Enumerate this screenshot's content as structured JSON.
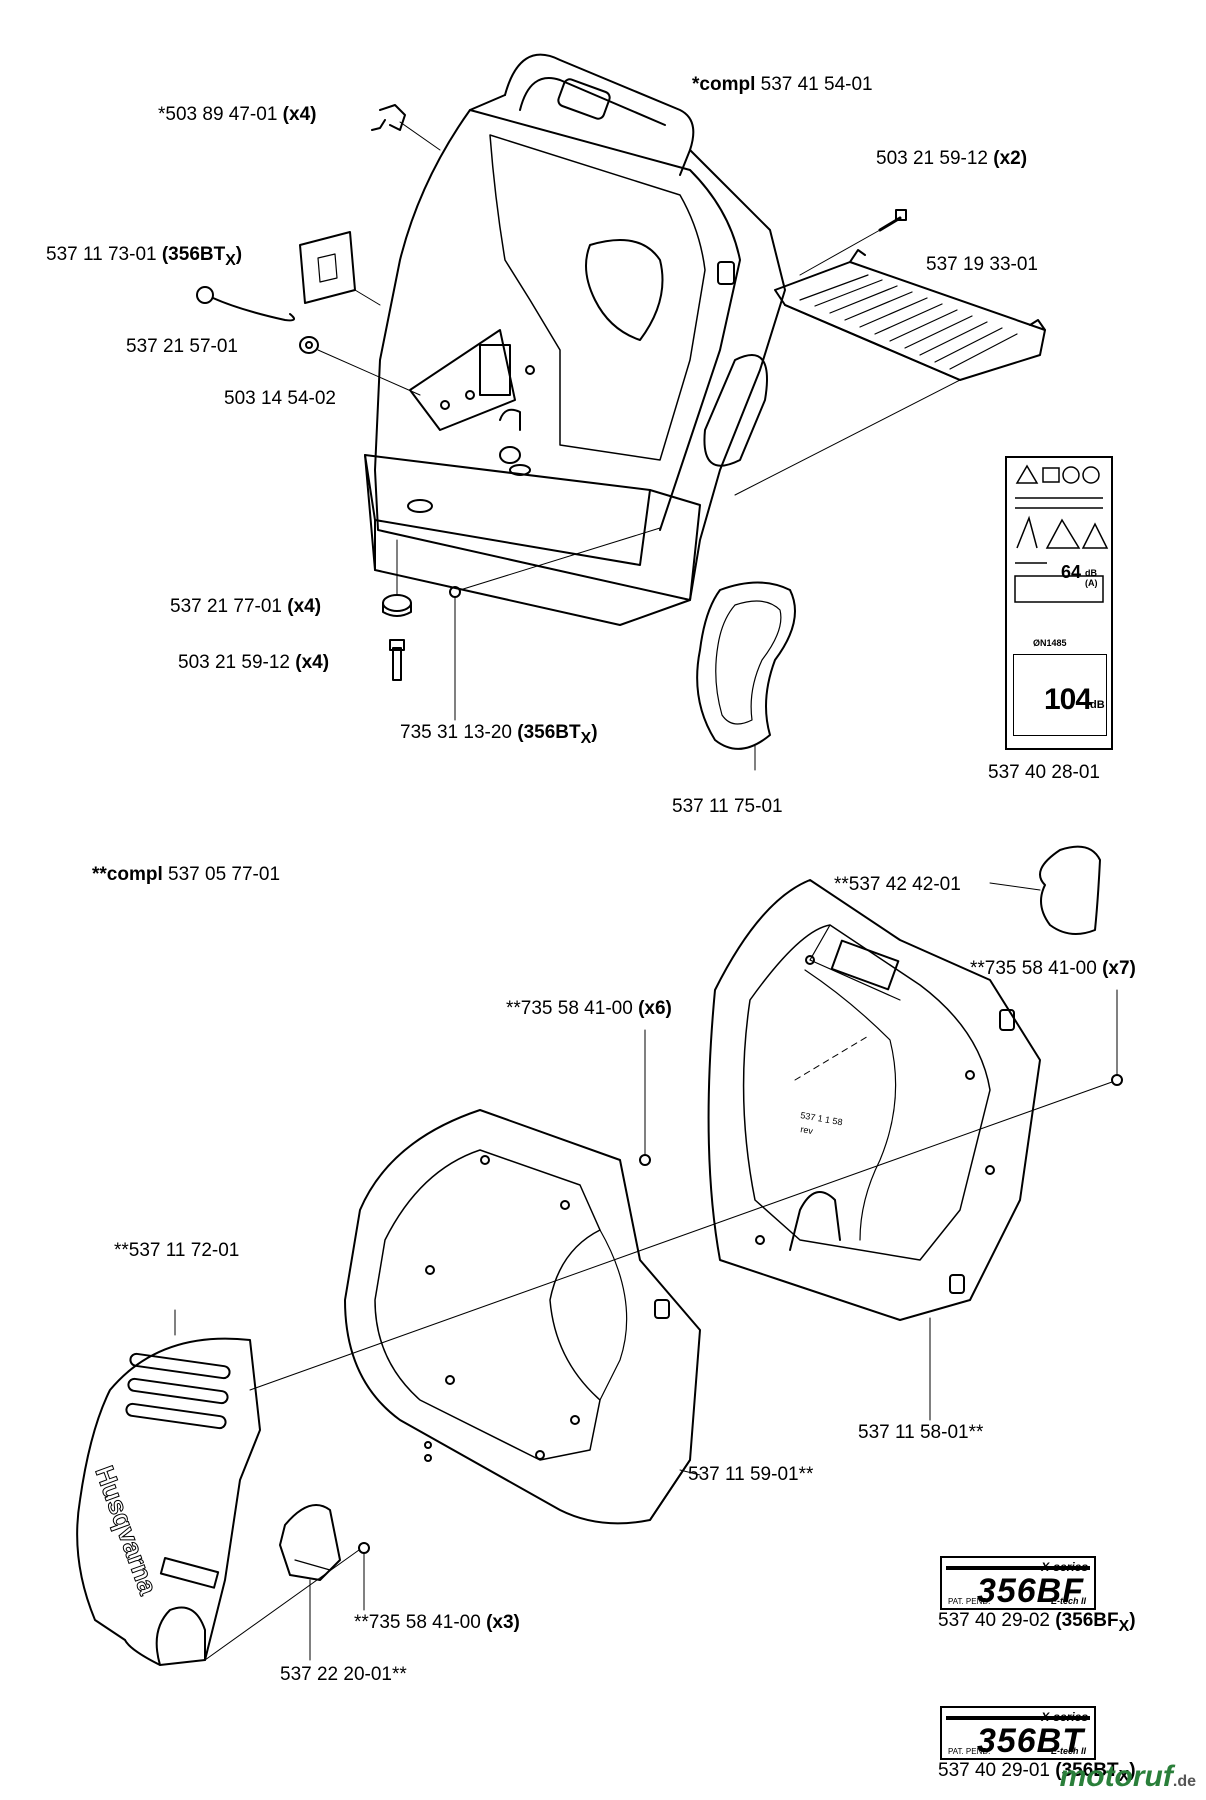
{
  "labels": {
    "compl_top": {
      "prefix": "*compl",
      "number": "537 41 54-01"
    },
    "p1": {
      "number": "*503 89 47-01",
      "qty": "(x4)"
    },
    "p2": {
      "number": "503 21 59-12",
      "qty": "(x2)"
    },
    "p3": {
      "number": "537 11 73-01",
      "model_prefix": "(356BT",
      "model_sub": "X",
      "model_suffix": ")"
    },
    "p4": {
      "number": "537 19 33-01"
    },
    "p5": {
      "number": "537 21 57-01"
    },
    "p6": {
      "number": "503 14 54-02"
    },
    "p7": {
      "number": "537 21 77-01",
      "qty": "(x4)"
    },
    "p8": {
      "number": "503 21 59-12",
      "qty": "(x4)"
    },
    "p9": {
      "number": "735 31 13-20",
      "model_prefix": "(356BT",
      "model_sub": "X",
      "model_suffix": ")"
    },
    "p10": {
      "number": "537 11 75-01"
    },
    "p11": {
      "number": "537 40 28-01"
    },
    "compl_mid": {
      "prefix": "**compl",
      "number": "537 05 77-01"
    },
    "p12": {
      "number": "**537 42 42-01"
    },
    "p13": {
      "number": "**735 58 41-00",
      "qty": "(x7)"
    },
    "p14": {
      "number": "**735 58 41-00",
      "qty": "(x6)"
    },
    "p15": {
      "number": "**537 11 72-01"
    },
    "p16": {
      "number": "537 11 58-01**"
    },
    "p17": {
      "number": "537 11 59-01**"
    },
    "p18": {
      "number": "**735 58 41-00",
      "qty": "(x3)"
    },
    "p19": {
      "number": "537 22 20-01**"
    },
    "p20": {
      "number": "537 40 29-02",
      "model_prefix": "(356BF",
      "model_sub": "X",
      "model_suffix": ")"
    },
    "p21": {
      "number": "537 40 29-01",
      "model_prefix": "(356BT",
      "model_sub": "X",
      "model_suffix": ")"
    }
  },
  "decal_bf": {
    "series": "X-series",
    "model": "356BF",
    "pat": "PAT. PEND.",
    "etech": "E-tech II"
  },
  "decal_bt": {
    "series": "X-series",
    "model": "356BT",
    "pat": "PAT. PEND.",
    "etech": "E-tech II"
  },
  "sticker": {
    "db_value": "64",
    "db_unit": "dB (A)",
    "big_value": "104",
    "big_unit": "dB",
    "code": "ØN1485"
  },
  "cover_text": {
    "brand": "Husqvarna",
    "housing_mark": "537 1 1 58",
    "housing_rev": "rev"
  },
  "watermark": {
    "name": "motoruf",
    "tld": ".de"
  }
}
